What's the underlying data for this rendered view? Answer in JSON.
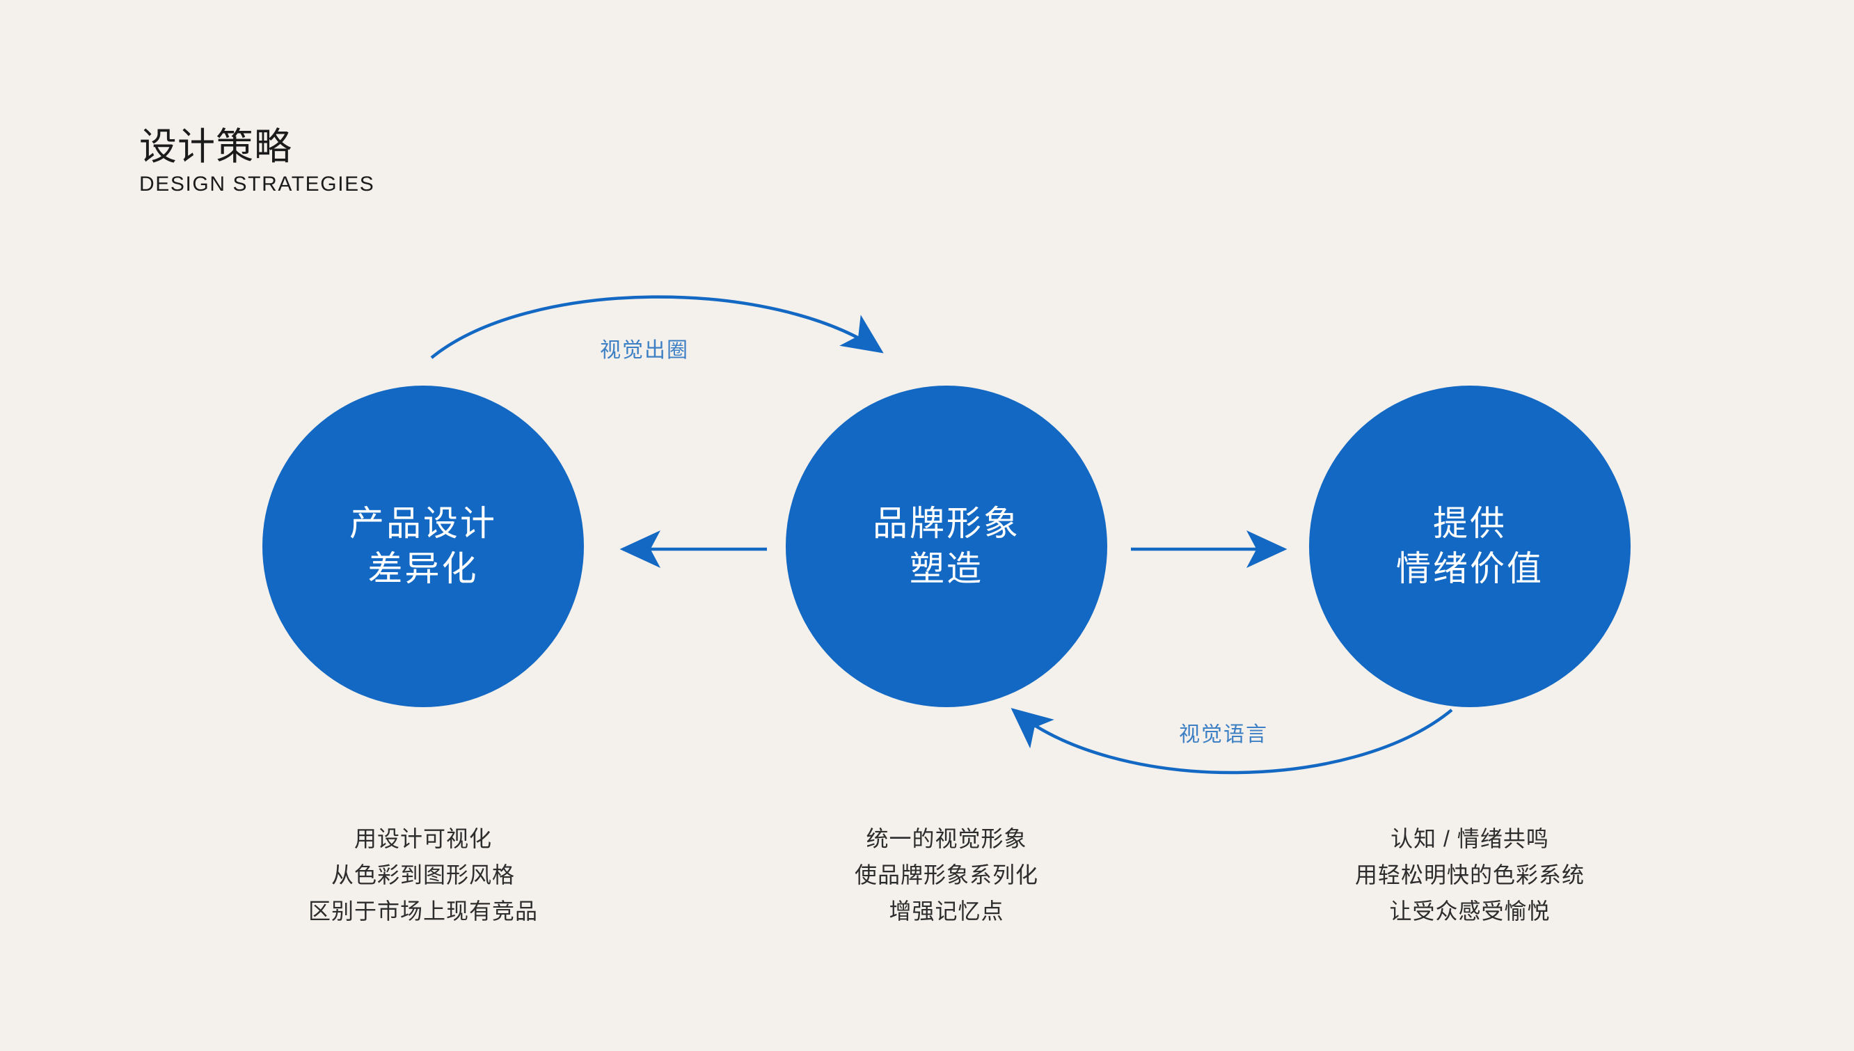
{
  "page": {
    "background_color": "#F4F1EC",
    "accent_color": "#1268C3",
    "arc_label_color": "#3D7FC4",
    "caption_color": "#2D2D2D",
    "circle_text_color": "#FFFFFF"
  },
  "header": {
    "title_cn": "设计策略",
    "title_en": "DESIGN STRATEGIES"
  },
  "nodes": [
    {
      "id": "product-design-differentiation",
      "line1": "产品设计",
      "line2": "差异化"
    },
    {
      "id": "brand-image-shaping",
      "line1": "品牌形象",
      "line2": "塑造"
    },
    {
      "id": "provide-emotional-value",
      "line1": "提供",
      "line2": "情绪价值"
    }
  ],
  "connectors": {
    "arc_top": {
      "label": "视觉出圈",
      "from": "product-design-differentiation",
      "to": "brand-image-shaping",
      "direction": "left-to-right",
      "style": "curved-arrow"
    },
    "arc_bottom": {
      "label": "视觉语言",
      "from": "provide-emotional-value",
      "to": "brand-image-shaping",
      "direction": "right-to-left",
      "style": "curved-arrow"
    },
    "arrow_left": {
      "from": "brand-image-shaping",
      "to": "product-design-differentiation",
      "direction": "right-to-left",
      "style": "straight-arrow"
    },
    "arrow_right": {
      "from": "brand-image-shaping",
      "to": "provide-emotional-value",
      "direction": "left-to-right",
      "style": "straight-arrow"
    }
  },
  "captions": [
    {
      "for": "product-design-differentiation",
      "lines": [
        "用设计可视化",
        "从色彩到图形风格",
        "区别于市场上现有竞品"
      ]
    },
    {
      "for": "brand-image-shaping",
      "lines": [
        "统一的视觉形象",
        "使品牌形象系列化",
        "增强记忆点"
      ]
    },
    {
      "for": "provide-emotional-value",
      "lines": [
        "认知 / 情绪共鸣",
        "用轻松明快的色彩系统",
        "让受众感受愉悦"
      ]
    }
  ]
}
